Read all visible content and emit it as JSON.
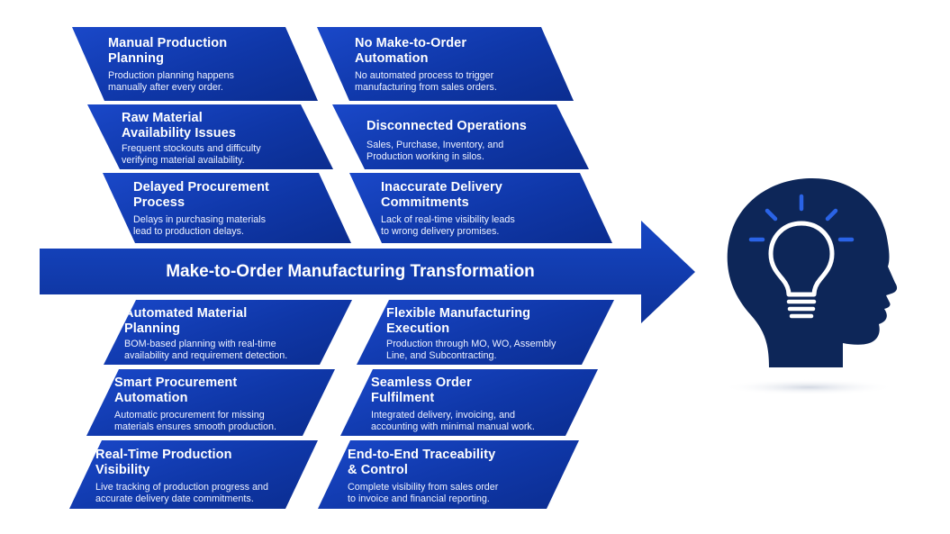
{
  "title": "Make-to-Order Manufacturing Transformation",
  "colors": {
    "card_blue": "#1440b8",
    "arrow_blue": "#1139a8",
    "head_navy": "#0d2658",
    "bulb_blue": "#2a63e6"
  },
  "icons": {
    "head": "human-head-silhouette-icon",
    "bulb": "lightbulb-icon"
  },
  "challenges": [
    {
      "title": "Manual Production\nPlanning",
      "desc": "Production planning happens\nmanually after every order."
    },
    {
      "title": "Raw Material\nAvailability Issues",
      "desc": "Frequent stockouts and difficulty\nverifying material availability."
    },
    {
      "title": "Delayed Procurement\nProcess",
      "desc": "Delays in purchasing materials\nlead to production delays."
    },
    {
      "title": "No Make-to-Order\nAutomation",
      "desc": "No automated process to trigger\nmanufacturing from sales orders."
    },
    {
      "title": "Disconnected Operations",
      "desc": "Sales, Purchase, Inventory, and\nProduction working in silos."
    },
    {
      "title": "Inaccurate Delivery\nCommitments",
      "desc": "Lack of real-time visibility leads\nto wrong delivery promises."
    }
  ],
  "solutions": [
    {
      "title": "Automated Material\nPlanning",
      "desc": "BOM-based planning with real-time\navailability and requirement detection."
    },
    {
      "title": "Smart Procurement\nAutomation",
      "desc": "Automatic procurement for missing\nmaterials ensures smooth production."
    },
    {
      "title": "Real-Time Production\nVisibility",
      "desc": "Live tracking of production progress and\naccurate delivery date commitments."
    },
    {
      "title": "Flexible Manufacturing\nExecution",
      "desc": "Production through MO, WO, Assembly\nLine, and Subcontracting."
    },
    {
      "title": "Seamless Order\nFulfilment",
      "desc": "Integrated delivery, invoicing, and\naccounting with minimal manual work."
    },
    {
      "title": "End-to-End Traceability\n& Control",
      "desc": "Complete visibility from sales order\nto invoice and financial reporting."
    }
  ]
}
